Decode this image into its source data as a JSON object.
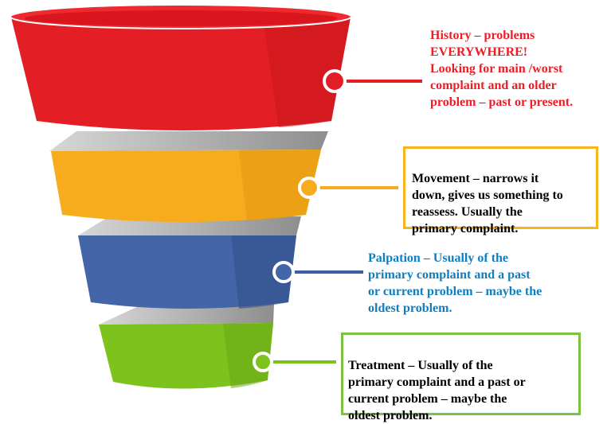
{
  "diagram": {
    "layers": [
      {
        "id": "history",
        "color": "#e31e24",
        "text": "History – problems\nEVERYWHERE!\nLooking for main /worst\ncomplaint and an older\nproblem – past or present.",
        "text_color": "#ee1c25",
        "boxed": false
      },
      {
        "id": "movement",
        "color": "#f6ac1c",
        "text": "Movement – narrows it\ndown, gives us something to\nreassess.  Usually the\nprimary complaint.",
        "text_color": "#000000",
        "boxed": true,
        "box_color": "#f6b51f"
      },
      {
        "id": "palpation",
        "color": "#4466a8",
        "text": "Palpation – Usually of the\nprimary complaint and a past\nor current problem – maybe the\noldest problem.",
        "text_color": "#0d7fc1",
        "boxed": false
      },
      {
        "id": "treatment",
        "color": "#7ec21e",
        "text": "Treatment  – Usually of the\nprimary complaint and a past or\ncurrent problem – maybe the\noldest problem.",
        "text_color": "#000000",
        "boxed": true,
        "box_color": "#7bc142"
      }
    ],
    "connector_colors": {
      "history": "#e31e24",
      "movement": "#f6ac1c",
      "palpation": "#3d5fa3",
      "treatment": "#7ec21e"
    },
    "spiral_color": "#b9b9b9"
  }
}
